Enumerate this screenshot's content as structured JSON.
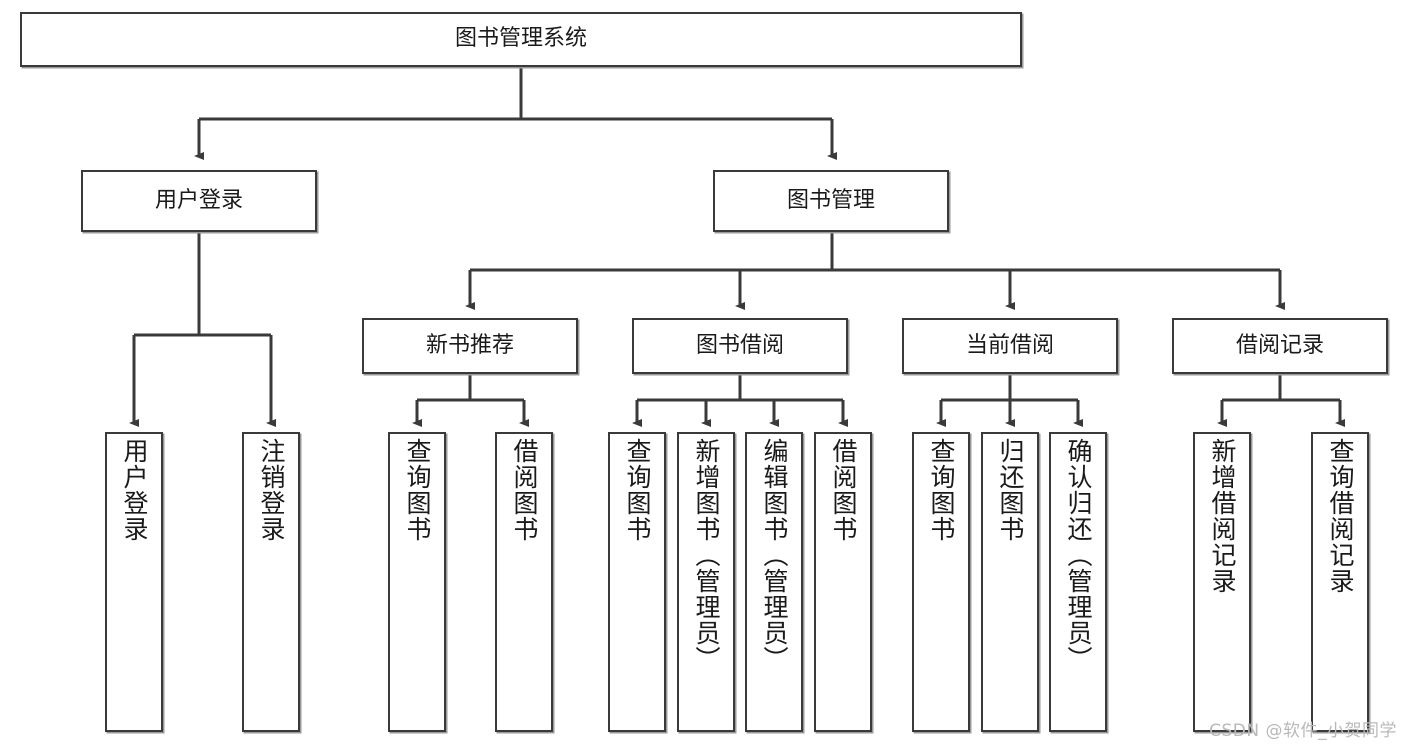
{
  "diagram": {
    "title": "图书管理系统",
    "type": "hierarchy-tree",
    "root": {
      "id": "root",
      "label": "图书管理系统"
    },
    "level1": [
      {
        "id": "login",
        "label": "用户登录"
      },
      {
        "id": "bookmgr",
        "label": "图书管理"
      }
    ],
    "level2": [
      {
        "id": "newbook",
        "label": "新书推荐",
        "parent": "bookmgr"
      },
      {
        "id": "borrow",
        "label": "图书借阅",
        "parent": "bookmgr"
      },
      {
        "id": "current",
        "label": "当前借阅",
        "parent": "bookmgr"
      },
      {
        "id": "record",
        "label": "借阅记录",
        "parent": "bookmgr"
      }
    ],
    "leaves": [
      {
        "id": "leaf-user-login",
        "label": "用户登录",
        "parent": "login"
      },
      {
        "id": "leaf-user-logout",
        "label": "注销登录",
        "parent": "login"
      },
      {
        "id": "leaf-query-book-new",
        "label": "查询图书",
        "parent": "newbook"
      },
      {
        "id": "leaf-borrow-book-new",
        "label": "借阅图书",
        "parent": "newbook"
      },
      {
        "id": "leaf-query-book-borrow",
        "label": "查询图书",
        "parent": "borrow"
      },
      {
        "id": "leaf-add-book",
        "label": "新增图书（管理员）",
        "parent": "borrow"
      },
      {
        "id": "leaf-edit-book",
        "label": "编辑图书（管理员）",
        "parent": "borrow"
      },
      {
        "id": "leaf-borrow-book",
        "label": "借阅图书",
        "parent": "borrow"
      },
      {
        "id": "leaf-query-book-current",
        "label": "查询图书",
        "parent": "current"
      },
      {
        "id": "leaf-return-book",
        "label": "归还图书",
        "parent": "current"
      },
      {
        "id": "leaf-confirm-return",
        "label": "确认归还（管理员）",
        "parent": "current"
      },
      {
        "id": "leaf-add-record",
        "label": "新增借阅记录",
        "parent": "record"
      },
      {
        "id": "leaf-query-record",
        "label": "查询借阅记录",
        "parent": "record"
      }
    ]
  },
  "watermark": "CSDN @软件_小贺同学",
  "colors": {
    "border": "#3a3a3a",
    "background": "#ffffff",
    "text": "#1a1a1a",
    "watermark": "#b9b9b9"
  }
}
